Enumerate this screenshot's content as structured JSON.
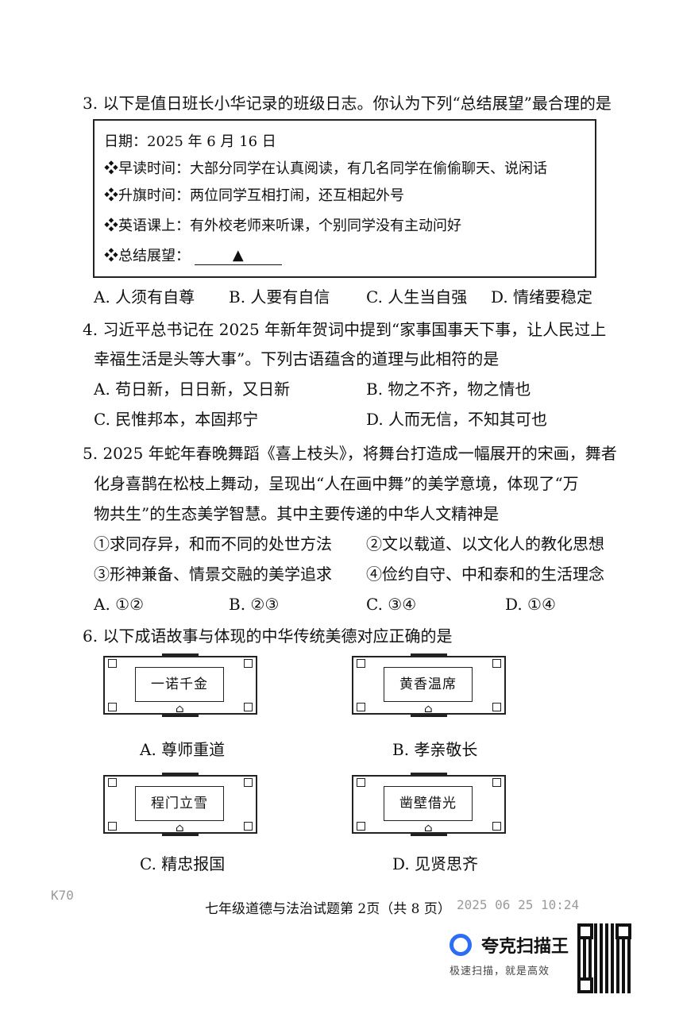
{
  "q3": {
    "stem": "3. 以下是值日班长小华记录的班级日志。你认为下列“总结展望”最合理的是",
    "log": {
      "date": "日期：2025 年 6 月 16 日",
      "morning": "❖早读时间：大部分同学在认真阅读，有几名同学在偷偷聊天、说闲话",
      "flag": "❖升旗时间：两位同学互相打闹，还互相起外号",
      "english": "❖英语课上：有外校老师来听课，个别同学没有主动问好",
      "summary_label": "❖总结展望：",
      "summary_mark": "▲"
    },
    "options": [
      "A. 人须有自尊",
      "B. 人要有自信",
      "C. 人生当自强",
      "D. 情绪要稳定"
    ]
  },
  "q4": {
    "line1": "4. 习近平总书记在 2025 年新年贺词中提到“家事国事天下事，让人民过上",
    "line2": "幸福生活是头等大事”。下列古语蕴含的道理与此相符的是",
    "options": [
      "A. 苟日新，日日新，又日新",
      "B. 物之不齐，物之情也",
      "C. 民惟邦本，本固邦宁",
      "D. 人而无信，不知其可也"
    ]
  },
  "q5": {
    "line1": "5. 2025 年蛇年春晚舞蹈《喜上枝头》，将舞台打造成一幅展开的宋画，舞者",
    "line2": "化身喜鹊在松枝上舞动，呈现出“人在画中舞”的美学意境，体现了“万",
    "line3": "物共生”的生态美学智慧。其中主要传递的中华人文精神是",
    "items": [
      "①求同存异，和而不同的处世方法",
      "②文以载道、以文化人的教化思想",
      "③形神兼备、情景交融的美学追求",
      "④俭约自守、中和泰和的生活理念"
    ],
    "options": [
      "A. ①②",
      "B. ②③",
      "C. ③④",
      "D. ①④"
    ]
  },
  "q6": {
    "stem": "6. 以下成语故事与体现的中华传统美德对应正确的是",
    "cards": [
      {
        "idiom": "一诺千金",
        "virtue": "A. 尊师重道"
      },
      {
        "idiom": "黄香温席",
        "virtue": "B. 孝亲敬长"
      },
      {
        "idiom": "程门立雪",
        "virtue": "C. 精忠报国"
      },
      {
        "idiom": "凿壁借光",
        "virtue": "D. 见贤思齐"
      }
    ]
  },
  "footer": {
    "left_stamp": "K70",
    "page_label": "七年级道德与法治试题第 2页（共 8 页）",
    "timestamp": "2025 06 25 10:24"
  },
  "watermark": {
    "brand": "夸克扫描王",
    "slogan": "极速扫描，就是高效"
  },
  "colors": {
    "brand_blue": "#2d6cf6"
  }
}
